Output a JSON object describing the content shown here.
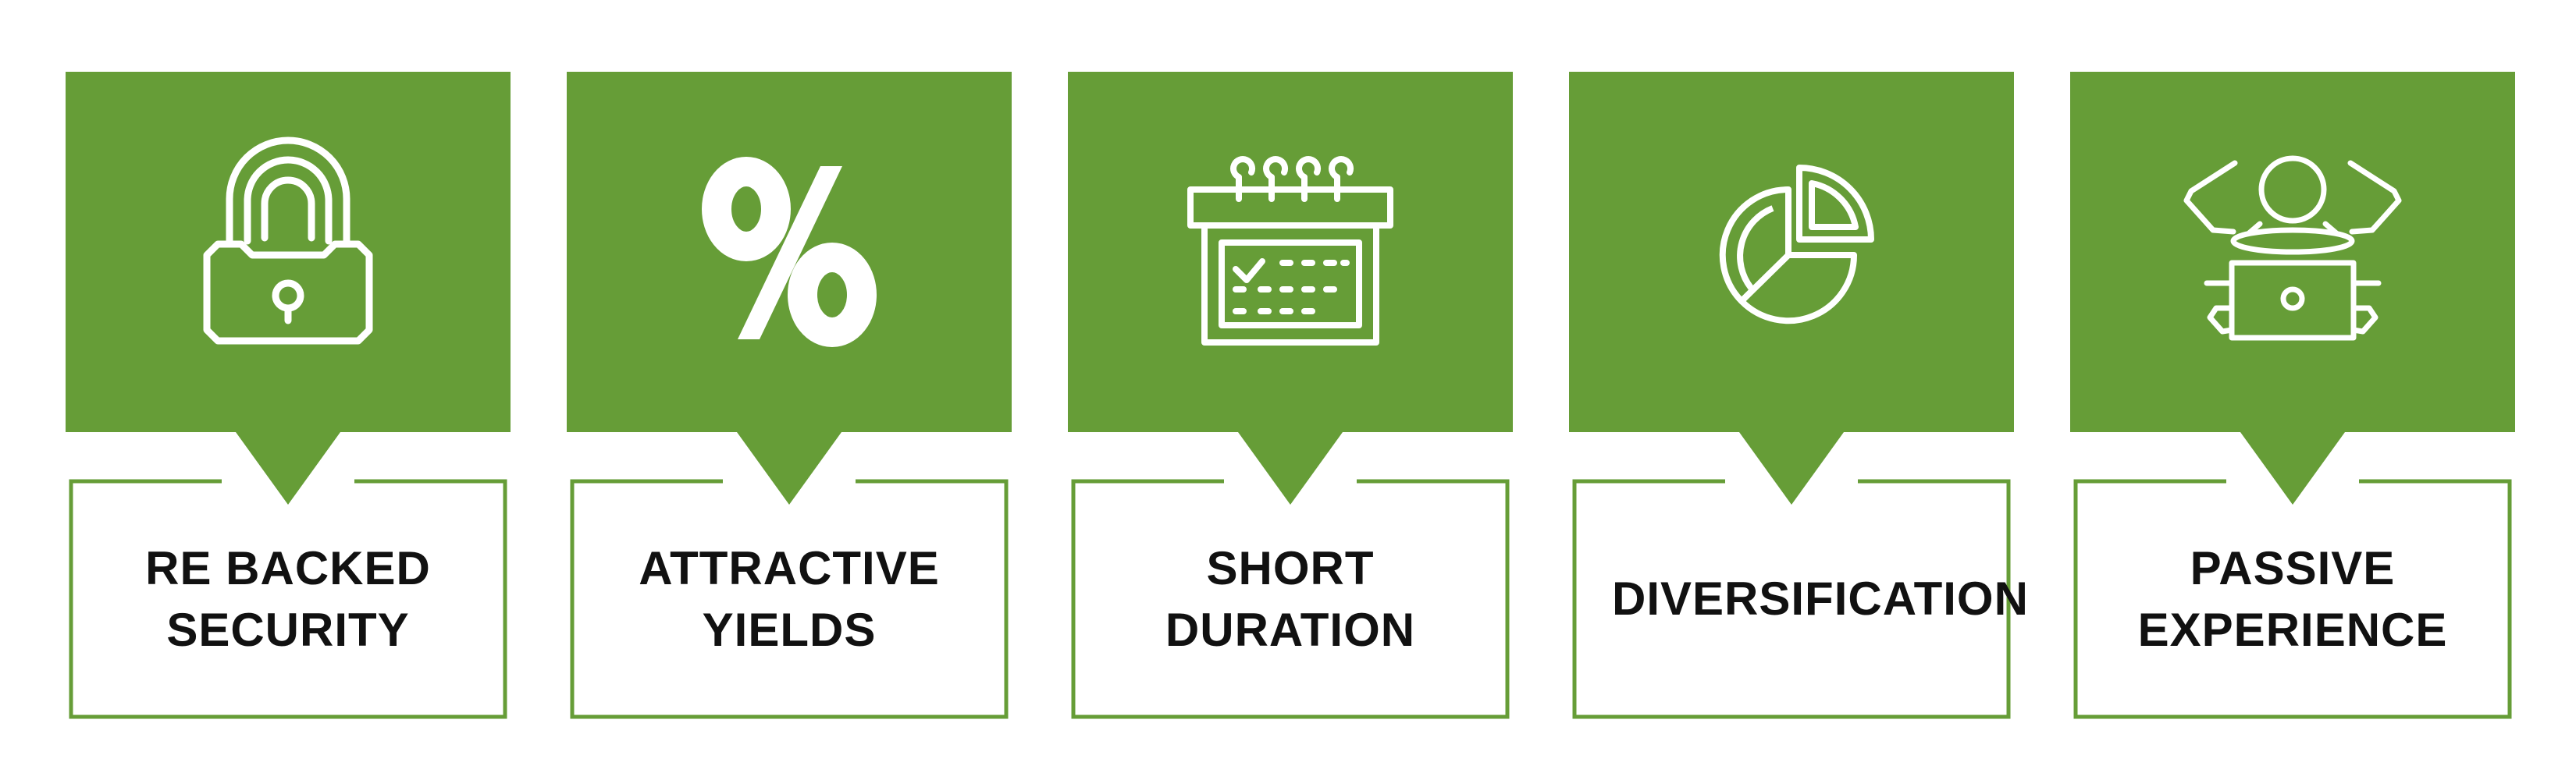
{
  "colors": {
    "accent": "#669d37",
    "text": "#111111",
    "background": "#ffffff"
  },
  "features": [
    {
      "label": "RE BACKED SECURITY",
      "icon": "padlock-icon"
    },
    {
      "label": "ATTRACTIVE YIELDS",
      "icon": "percent-icon"
    },
    {
      "label": "SHORT DURATION",
      "icon": "calendar-icon"
    },
    {
      "label": "DIVERSIFICATION",
      "icon": "pie-chart-icon"
    },
    {
      "label": "PASSIVE EXPERIENCE",
      "icon": "relaxing-person-laptop-icon"
    }
  ]
}
